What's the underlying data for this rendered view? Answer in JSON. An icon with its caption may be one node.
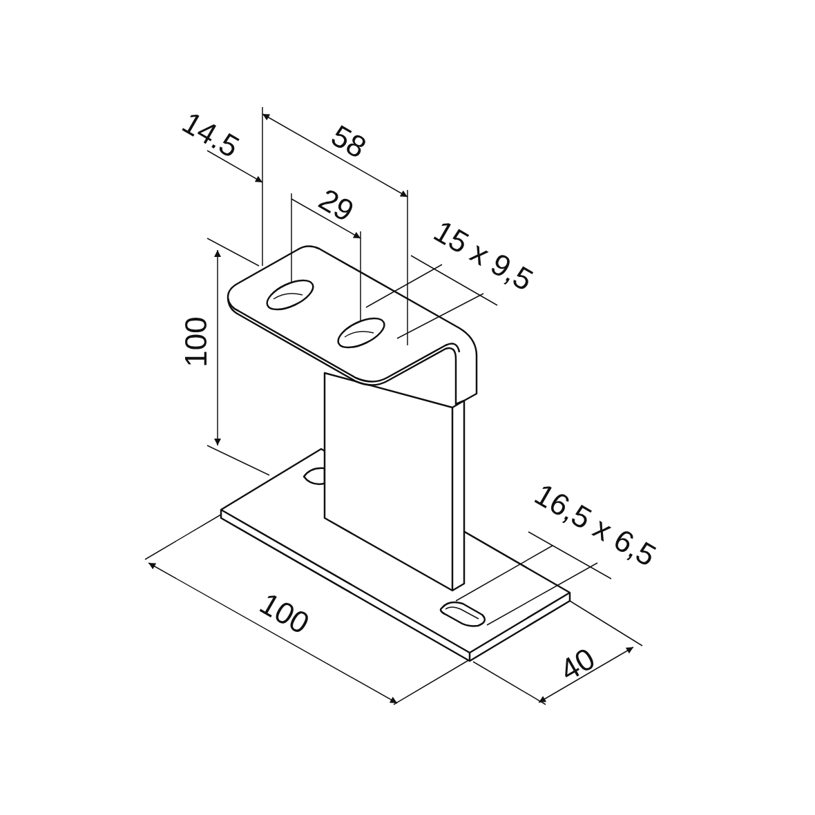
{
  "diagram": {
    "labels": [
      "14.5",
      "58",
      "29",
      "15 x 9,5",
      "100",
      "16,5 x 6,5",
      "100",
      "40"
    ]
  }
}
